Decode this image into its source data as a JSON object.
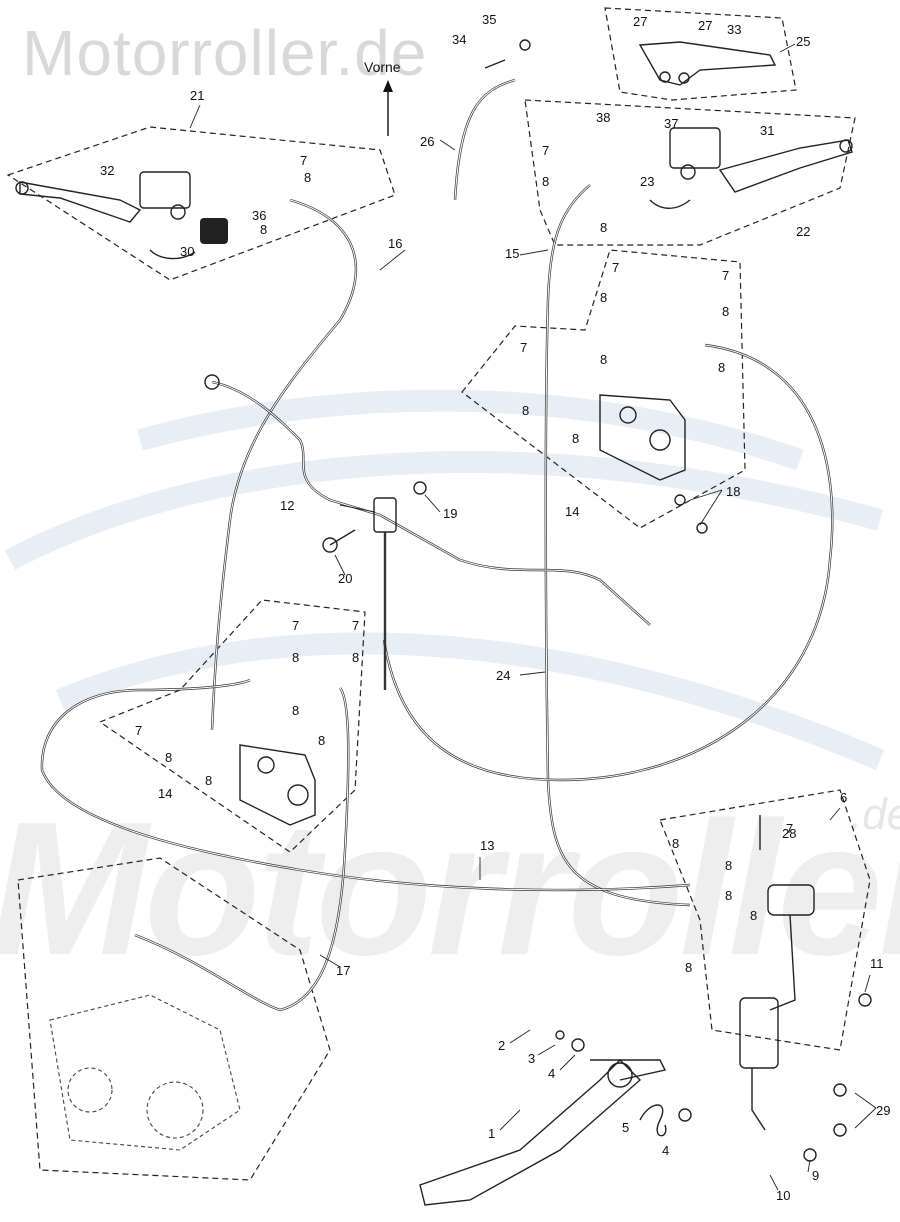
{
  "watermark": {
    "top": "Motorroller.de",
    "bottom": "Motorroller",
    "suffix": ".de"
  },
  "direction": {
    "label": "Vorne"
  },
  "colors": {
    "background": "#ffffff",
    "line": "#222222",
    "watermark": "#d9d9d9"
  },
  "callouts": [
    {
      "num": "1"
    },
    {
      "num": "2"
    },
    {
      "num": "3"
    },
    {
      "num": "4"
    },
    {
      "num": "4"
    },
    {
      "num": "5"
    },
    {
      "num": "6"
    },
    {
      "num": "7"
    },
    {
      "num": "7"
    },
    {
      "num": "7"
    },
    {
      "num": "7"
    },
    {
      "num": "7"
    },
    {
      "num": "7"
    },
    {
      "num": "7"
    },
    {
      "num": "7"
    },
    {
      "num": "7"
    },
    {
      "num": "8"
    },
    {
      "num": "8"
    },
    {
      "num": "8"
    },
    {
      "num": "8"
    },
    {
      "num": "8"
    },
    {
      "num": "8"
    },
    {
      "num": "8"
    },
    {
      "num": "8"
    },
    {
      "num": "8"
    },
    {
      "num": "8"
    },
    {
      "num": "8"
    },
    {
      "num": "8"
    },
    {
      "num": "8"
    },
    {
      "num": "8"
    },
    {
      "num": "8"
    },
    {
      "num": "8"
    },
    {
      "num": "8"
    },
    {
      "num": "8"
    },
    {
      "num": "8"
    },
    {
      "num": "8"
    },
    {
      "num": "8"
    },
    {
      "num": "9"
    },
    {
      "num": "10"
    },
    {
      "num": "11"
    },
    {
      "num": "12"
    },
    {
      "num": "13"
    },
    {
      "num": "14"
    },
    {
      "num": "14"
    },
    {
      "num": "15"
    },
    {
      "num": "16"
    },
    {
      "num": "17"
    },
    {
      "num": "18"
    },
    {
      "num": "19"
    },
    {
      "num": "20"
    },
    {
      "num": "21"
    },
    {
      "num": "22"
    },
    {
      "num": "23"
    },
    {
      "num": "24"
    },
    {
      "num": "25"
    },
    {
      "num": "26"
    },
    {
      "num": "27"
    },
    {
      "num": "27"
    },
    {
      "num": "28"
    },
    {
      "num": "29"
    },
    {
      "num": "30"
    },
    {
      "num": "31"
    },
    {
      "num": "32"
    },
    {
      "num": "33"
    },
    {
      "num": "34"
    },
    {
      "num": "35"
    },
    {
      "num": "36"
    },
    {
      "num": "37"
    },
    {
      "num": "38"
    }
  ]
}
